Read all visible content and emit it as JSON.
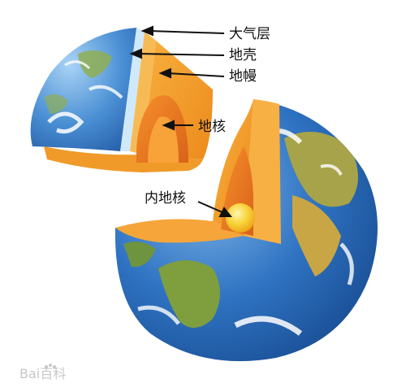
{
  "labels": {
    "atmosphere": "大气层",
    "crust": "地壳",
    "mantle": "地幔",
    "core": "地核",
    "inner_core": "内地核"
  },
  "watermark": {
    "text": "Bai百科"
  },
  "colors": {
    "ocean": "#2d6fc0",
    "land": "#7d9d3a",
    "clouds": "#ffffff",
    "crust": "#f4a93a",
    "mantle": "#f08a1e",
    "outer_core": "#e8731a",
    "inner_core": "#f8c21e"
  },
  "icons": [
    "arrow-icon",
    "baidu-paw-icon"
  ]
}
